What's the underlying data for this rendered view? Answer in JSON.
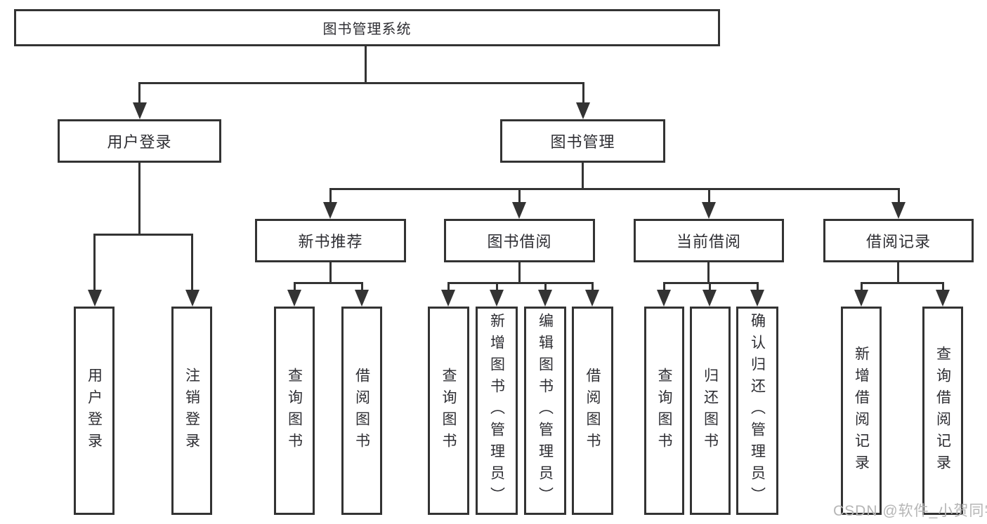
{
  "diagram": {
    "root": "图书管理系统",
    "branches": [
      {
        "label": "用户登录",
        "leaves": [
          "用户登录",
          "注销登录"
        ]
      },
      {
        "label": "图书管理",
        "children": [
          {
            "label": "新书推荐",
            "leaves": [
              "查询图书",
              "借阅图书"
            ]
          },
          {
            "label": "图书借阅",
            "leaves": [
              "查询图书",
              "新增图书（管理员）",
              "编辑图书（管理员）",
              "借阅图书"
            ]
          },
          {
            "label": "当前借阅",
            "leaves": [
              "查询图书",
              "归还图书",
              "确认归还（管理员）"
            ]
          },
          {
            "label": "借阅记录",
            "leaves": [
              "新增借阅记录",
              "查询借阅记录"
            ]
          }
        ]
      }
    ],
    "colors": {
      "line": "#333333",
      "text": "#2e2e33",
      "background": "#ffffff",
      "watermark": "#b6b6b6"
    }
  },
  "watermark": "CSDN @软件_小贺同学"
}
